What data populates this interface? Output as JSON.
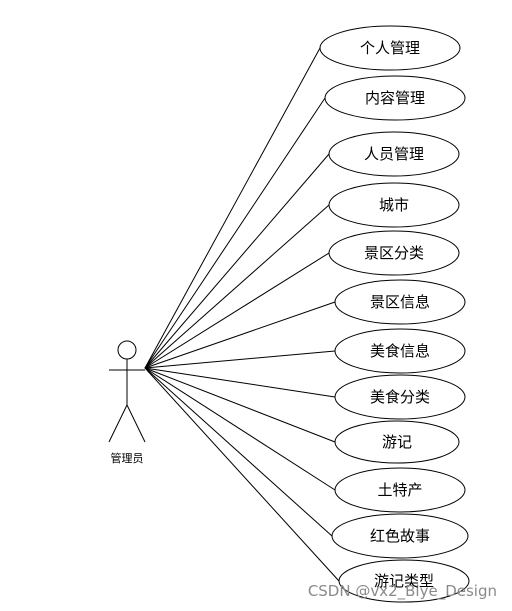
{
  "actor": {
    "label": "管理员"
  },
  "use_cases": [
    "个人管理",
    "内容管理",
    "人员管理",
    "城市",
    "景区分类",
    "景区信息",
    "美食信息",
    "美食分类",
    "游记",
    "土特产",
    "红色故事",
    "游记类型"
  ],
  "watermark": "CSDN @vx2_Biye_Design",
  "colors": {
    "stroke": "#000000",
    "background": "#ffffff",
    "watermark": "#8a8a8a"
  }
}
